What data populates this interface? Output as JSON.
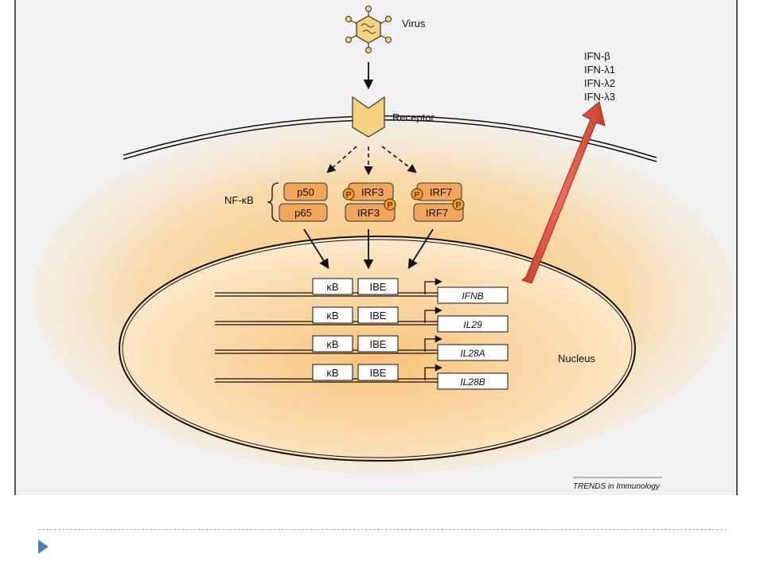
{
  "figure": {
    "virus_label": "Virus",
    "receptor_label": "Receptor",
    "nfkb_label": "NF-κB",
    "nucleus_label": "Nucleus",
    "credit": "TRENDS in Immunology",
    "proteins": {
      "p50": "p50",
      "p65": "p65",
      "irf3_top": "IRF3",
      "irf3_bottom": "IRF3",
      "irf7_top": "IRF7",
      "irf7_bottom": "IRF7",
      "phospho": "P"
    },
    "interferons": [
      "IFN-β",
      "IFN-λ1",
      "IFN-λ2",
      "IFN-λ3"
    ],
    "promoter_elements": {
      "kb": "κB",
      "ibe": "IBE"
    },
    "genes": [
      "IFNB",
      "IL29",
      "IL28A",
      "IL28B"
    ],
    "colors": {
      "protein_fill": "#f0a55a",
      "receptor_fill": "#f6d27e",
      "phospho_fill": "#f59a1c",
      "cell_glow": "#f7c072",
      "red_arrow": "#f26a55"
    }
  },
  "slide": {
    "divider_color": "#9fb3c6",
    "nav_icon": "play-triangle-icon"
  }
}
